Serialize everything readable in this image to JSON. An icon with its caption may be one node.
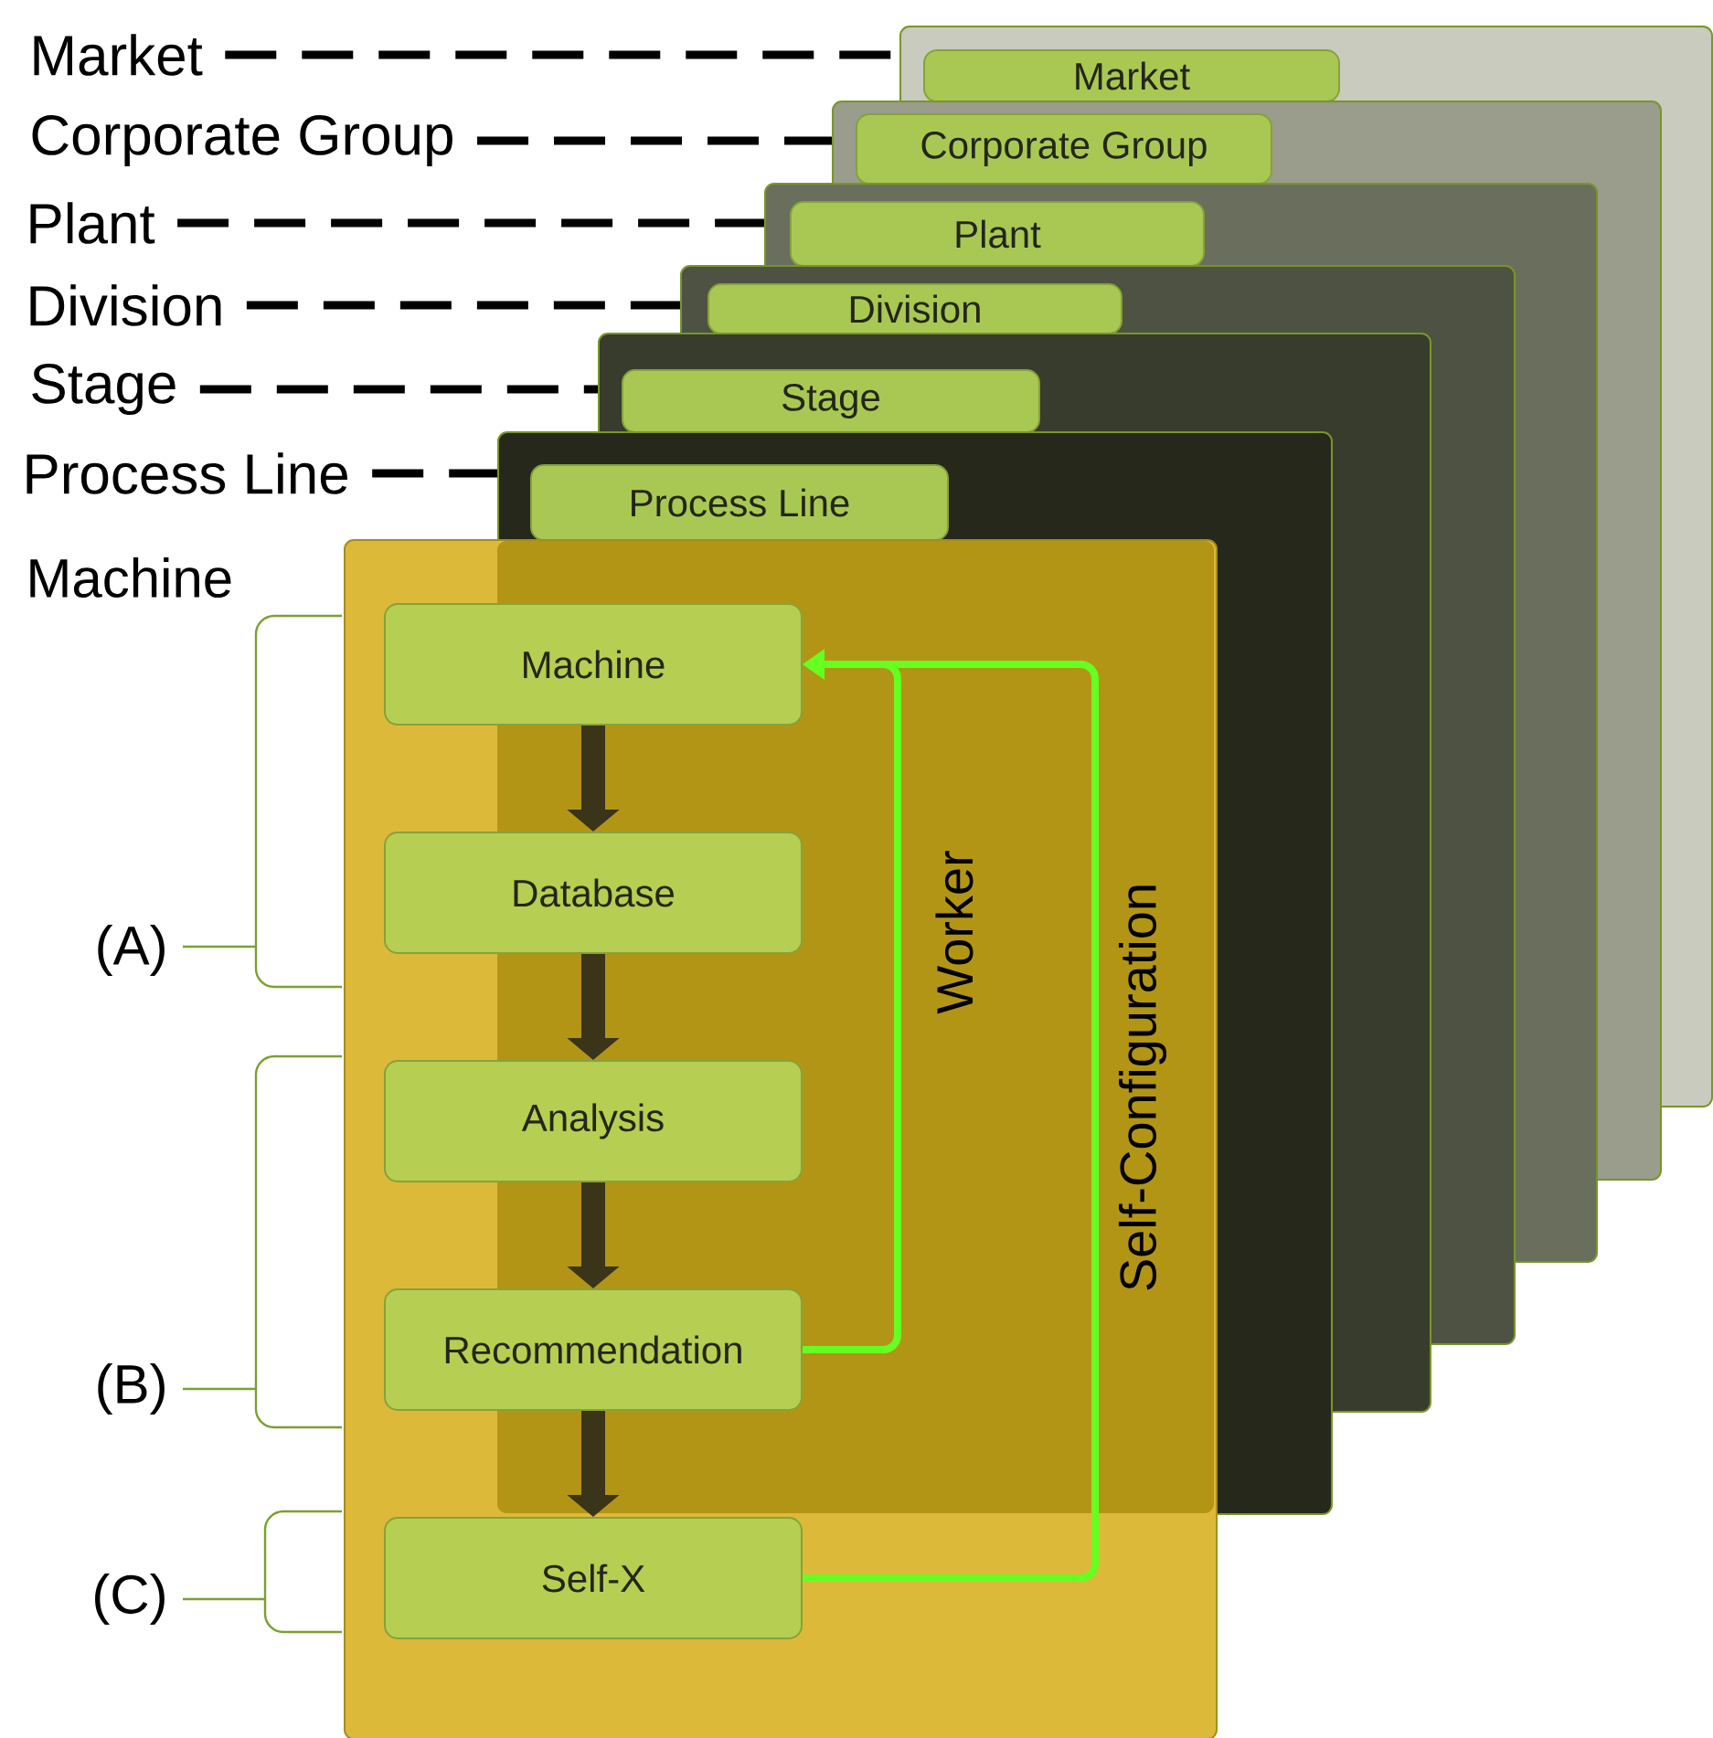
{
  "diagram": {
    "nodes": [
      {
        "text": [],
        "shape": "box"
      },
      {
        "text": [],
        "shape": "box"
      },
      {
        "text": [],
        "shape": "box"
      },
      {
        "text": [],
        "shape": "box"
      },
      {
        "text": [],
        "shape": "box"
      },
      {
        "text": [],
        "shape": "box"
      },
      {
        "text": [
          "Market"
        ],
        "in": 0
      },
      {
        "text": [
          "Corporate Group"
        ],
        "in": 1
      },
      {
        "text": [
          "Plant"
        ],
        "in": 2
      },
      {
        "text": [
          "Division"
        ],
        "in": 3
      },
      {
        "text": [
          "Stage"
        ],
        "in": 4
      },
      {
        "text": [
          "Process Line"
        ],
        "in": 5
      },
      {
        "text": [],
        "shape": "box"
      },
      {
        "text": [
          "Machine"
        ],
        "in": 12
      },
      {
        "text": [
          "Database"
        ],
        "in": 12
      },
      {
        "text": [
          "Analysis"
        ],
        "in": 12
      },
      {
        "text": [
          "Recommendation"
        ],
        "in": 12
      },
      {
        "text": [
          "Self-X"
        ],
        "in": 12
      },
      {
        "text": [
          "Market"
        ]
      },
      {
        "text": [
          "Corporate Group"
        ]
      },
      {
        "text": [
          "Plant"
        ]
      },
      {
        "text": [
          "Division"
        ]
      },
      {
        "text": [
          "Stage"
        ]
      },
      {
        "text": [
          "Process Line"
        ]
      }
    ],
    "edges": [
      {
        "from": 13,
        "to": 14,
        "arrow": "to",
        "style": "thick",
        "color": "#3a3418"
      },
      {
        "from": 14,
        "to": 15,
        "arrow": "to",
        "style": "thick",
        "color": "#3a3418"
      },
      {
        "from": 15,
        "to": 16,
        "arrow": "to",
        "style": "thick",
        "color": "#3a3418"
      },
      {
        "from": 16,
        "to": 17,
        "arrow": "to",
        "style": "thick",
        "color": "#3a3418"
      },
      {
        "from": 16,
        "to": 13,
        "arrow": "to",
        "label": "Worker",
        "color": "#66ff22"
      },
      {
        "from": 17,
        "to": 13,
        "arrow": "to",
        "label": "Self-Configuration",
        "color": "#66ff22"
      },
      {
        "from": 18,
        "to": 0,
        "arrow": "none",
        "style": "dashed"
      },
      {
        "from": 19,
        "to": 1,
        "arrow": "none",
        "style": "dashed"
      },
      {
        "from": 20,
        "to": 2,
        "arrow": "none",
        "style": "dashed"
      },
      {
        "from": 21,
        "to": 3,
        "arrow": "none",
        "style": "dashed"
      },
      {
        "from": 22,
        "to": 4,
        "arrow": "none",
        "style": "dashed"
      },
      {
        "from": 23,
        "to": 5,
        "arrow": "none",
        "style": "dashed"
      }
    ],
    "labels": [
      "Machine",
      "(A)",
      "(B)",
      "(C)"
    ]
  }
}
